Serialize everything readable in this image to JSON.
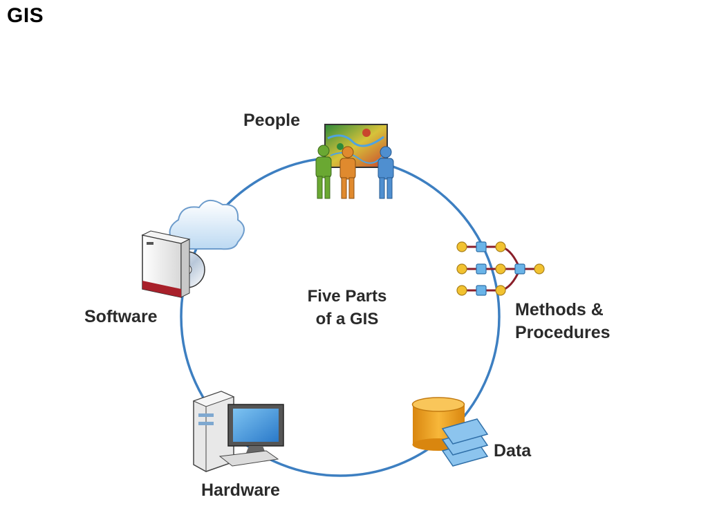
{
  "title": "GIS",
  "center_label": {
    "line1": "Five Parts",
    "line2": "of a GIS"
  },
  "parts": {
    "people": "People",
    "methods_line1": "Methods &",
    "methods_line2": "Procedures",
    "data": "Data",
    "hardware": "Hardware",
    "software": "Software"
  },
  "colors": {
    "ring": "#3d7fc1",
    "text": "#2a2a2a",
    "person_green": "#6aa832",
    "person_orange": "#e08a2e",
    "person_blue": "#4f8fd0",
    "node_yellow": "#f2c230",
    "node_blue": "#6ab4e8",
    "connector": "#8a1f2a",
    "database": "#f0a020",
    "layer_blue": "#8cc4ee"
  },
  "icons": {
    "people": "people-with-map-icon",
    "methods": "workflow-nodes-icon",
    "data": "database-with-layers-icon",
    "hardware": "desktop-computer-icon",
    "software": "software-box-cloud-icon"
  }
}
